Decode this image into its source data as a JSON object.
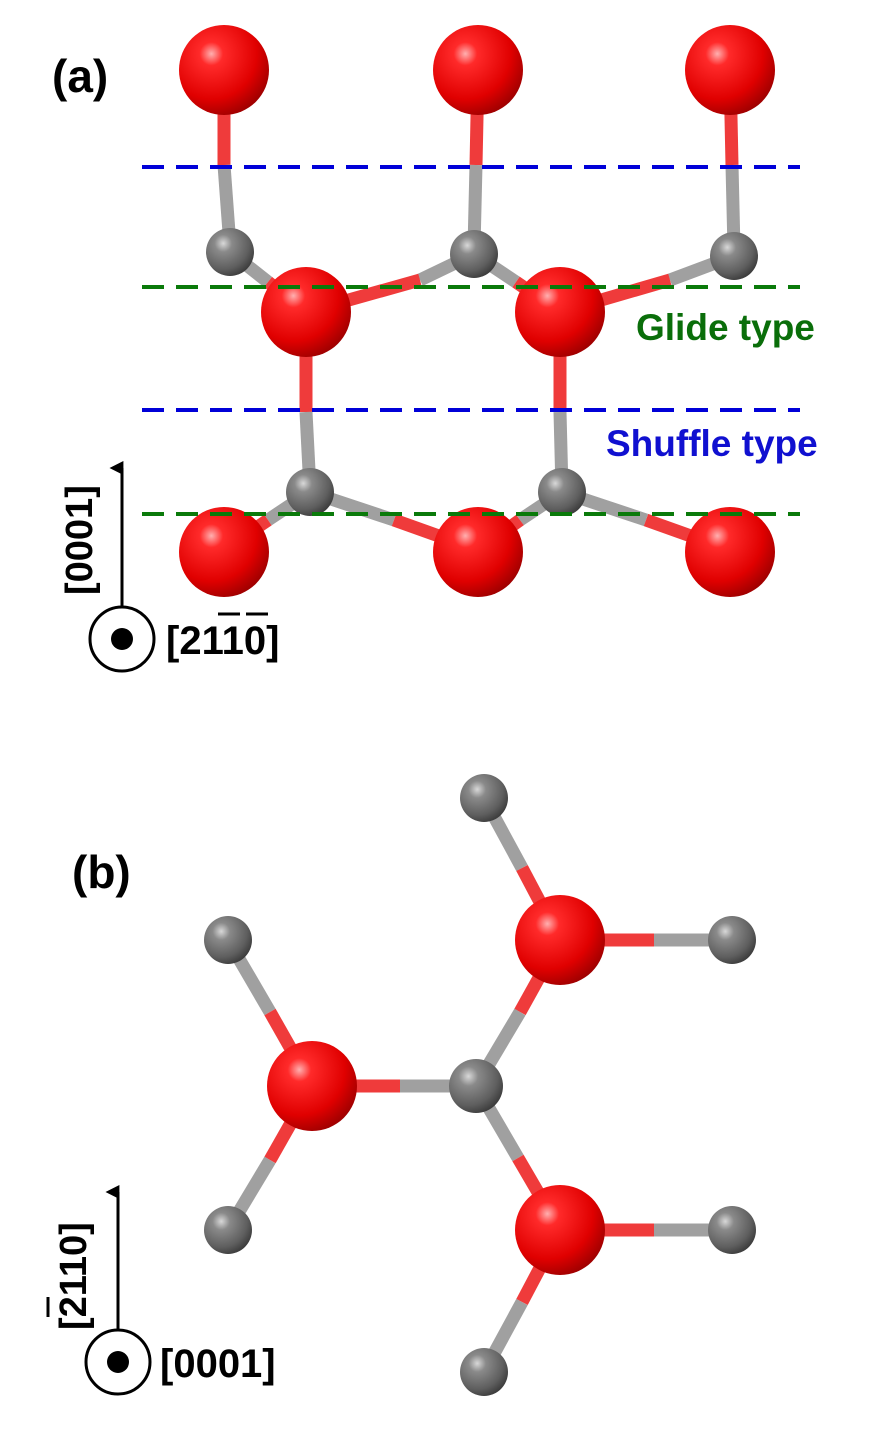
{
  "panel_a": {
    "label": "(a)",
    "glide_label": "Glide type",
    "shuffle_label": "Shuffle type",
    "axis_vertical": "[0001]",
    "axis_out_of_page": "[2110]",
    "axis_out_of_page_note": "digits 1 and 1 carry overbars"
  },
  "panel_b": {
    "label": "(b)",
    "axis_vertical": "[2110]",
    "axis_vertical_note": "digit 2 carries an overbar",
    "axis_out_of_page": "[0001]"
  },
  "colors": {
    "oxygen_atom": "#e8000c",
    "metal_atom": "#6e6e6e",
    "glide_line": "#0a7a0a",
    "shuffle_line": "#0000d8",
    "glide_text": "#0a6e0a",
    "shuffle_text": "#1010d0"
  }
}
